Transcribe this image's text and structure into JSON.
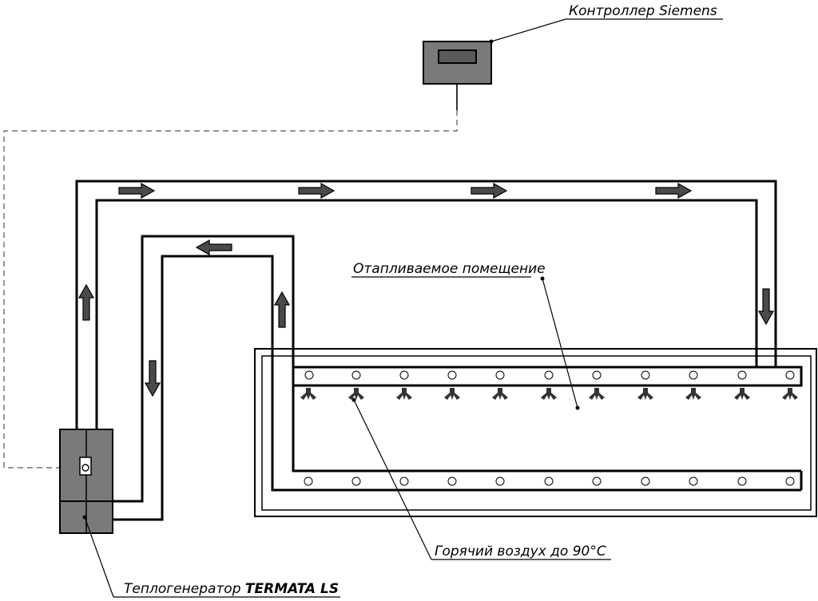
{
  "labels": {
    "controller": "Контроллер Siemens",
    "room": "Отапливаемое помещение",
    "hot_air": "Горячий воздух до 90°C",
    "generator_prefix": "Теплогенератор ",
    "generator_model": "TERMATA LS"
  },
  "colors": {
    "equipment_fill": "#7a7a7a",
    "arrow_fill": "#4a4a4a",
    "line": "#000000"
  },
  "icons": {
    "airflow_arrow": "arrow-icon",
    "air_nozzle": "nozzle-icon",
    "duct_opening": "circle-icon"
  }
}
